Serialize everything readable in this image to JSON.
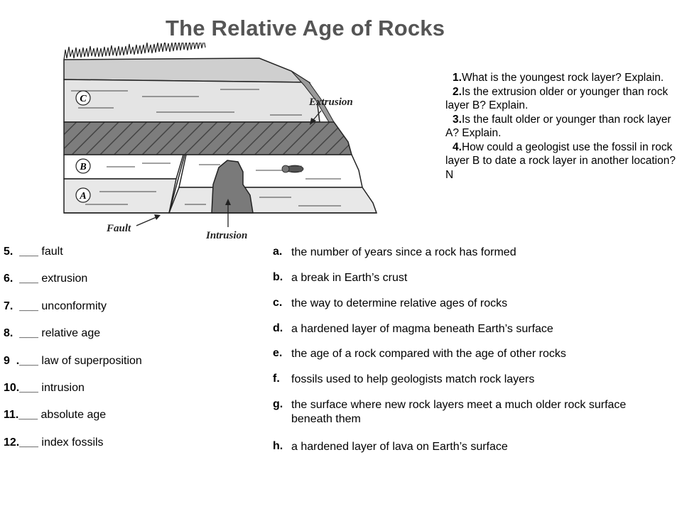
{
  "title": "The Relative Age of Rocks",
  "diagram": {
    "layer_c": "C",
    "layer_b": "B",
    "layer_a": "A",
    "label_extrusion": "Extrusion",
    "label_fault": "Fault",
    "label_intrusion": "Intrusion",
    "icon": "trilobite-fossil-icon"
  },
  "questions": [
    {
      "num": "1.",
      "text": "What is the youngest rock layer? Explain."
    },
    {
      "num": "2.",
      "text": "Is the extrusion older or younger than rock layer B? Explain."
    },
    {
      "num": "3.",
      "text": "Is the fault older or younger than rock layer A? Explain."
    },
    {
      "num": "4.",
      "text": "How could a geologist use the fossil in rock layer B to date a rock layer in another location? N"
    }
  ],
  "terms": [
    {
      "num": "5.",
      "blank": "___",
      "text": "fault"
    },
    {
      "num": "6.",
      "blank": "___",
      "text": "extrusion"
    },
    {
      "num": "7.",
      "blank": "___",
      "text": "unconformity"
    },
    {
      "num": "8.",
      "blank": "___",
      "text": "relative age"
    },
    {
      "num": "9",
      "blank": ".___",
      "text": "law of superposition"
    },
    {
      "num": "10.",
      "blank": "___",
      "text": "intrusion"
    },
    {
      "num": "11.",
      "blank": "___",
      "text": "absolute age"
    },
    {
      "num": "12.",
      "blank": "___",
      "text": "index fossils"
    }
  ],
  "definitions": [
    {
      "letter": "a.",
      "text": "the number of years since a rock has formed"
    },
    {
      "letter": "b.",
      "text": "a break in Earth’s crust"
    },
    {
      "letter": "c.",
      "text": "the way to determine relative ages of rocks"
    },
    {
      "letter": "d.",
      "text": "a hardened layer of magma beneath Earth’s surface"
    },
    {
      "letter": "e.",
      "text": "the age of a rock compared with the age of other rocks"
    },
    {
      "letter": "f.",
      "text": "fossils used to help geologists match rock layers"
    },
    {
      "letter": "g.",
      "text": "the surface where new rock layers meet a much older rock surface beneath them"
    },
    {
      "letter": "h.",
      "text": "a hardened layer of lava on Earth’s surface"
    }
  ]
}
